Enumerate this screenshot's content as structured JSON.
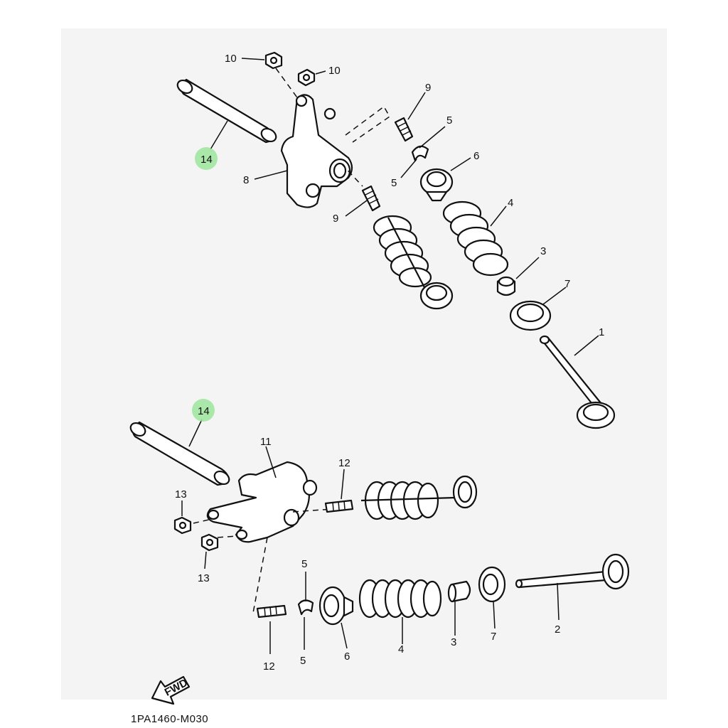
{
  "diagram_code": "1PA1460-M030",
  "fwd_label": "FWD",
  "labels": {
    "top": {
      "c10a": "10",
      "c10b": "10",
      "c9a": "9",
      "c9b": "9",
      "c14": "14",
      "c8": "8",
      "c5a": "5",
      "c5b": "5",
      "c6": "6",
      "c4": "4",
      "c3": "3",
      "c7": "7",
      "c1": "1"
    },
    "bottom": {
      "c14": "14",
      "c11": "11",
      "c12a": "12",
      "c13a": "13",
      "c13b": "13",
      "c5a": "5",
      "c5b": "5",
      "c12b": "12",
      "c6": "6",
      "c4": "4",
      "c3": "3",
      "c7": "7",
      "c2": "2"
    }
  },
  "highlight_color": "#9be59b"
}
